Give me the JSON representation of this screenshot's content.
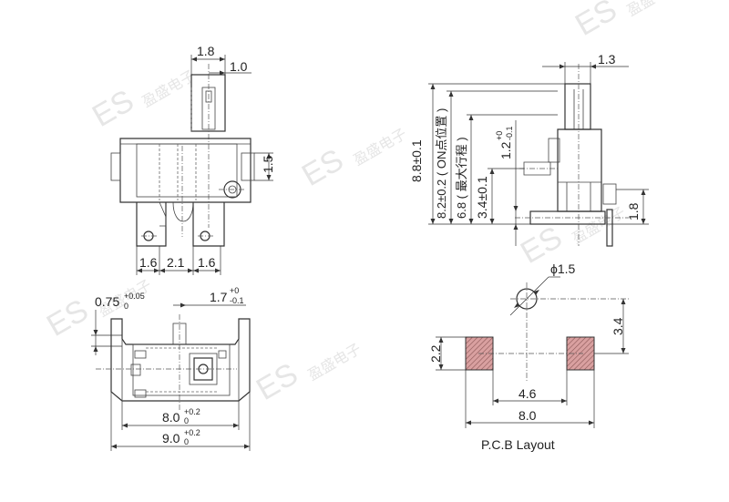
{
  "watermark": {
    "brand": "ES",
    "chinese": "盈盛电子"
  },
  "front_view": {
    "dims": [
      "1.8",
      "1.0",
      "1.5",
      "1.6",
      "2.1",
      "1.6"
    ]
  },
  "side_view": {
    "dims_top": "1.3",
    "dim_88": "8.8±0.1",
    "dim_82": "8.2±0.2 ( ON点位置 )",
    "dim_68": "6.8 ( 最大行程 )",
    "dim_34": "3.4±0.1",
    "dim_12": "1.2",
    "dim_12_tol_plus": "+0",
    "dim_12_tol_minus": "-0.1",
    "dim_18": "1.8"
  },
  "bottom_view": {
    "dim_075": "0.75",
    "dim_075_tol_plus": "+0.05",
    "dim_075_tol_minus": "0",
    "dim_17": "1.7",
    "dim_17_tol_plus": "+0",
    "dim_17_tol_minus": "-0.1",
    "dim_80": "8.0",
    "dim_80_tol_plus": "+0.2",
    "dim_80_tol_minus": "0",
    "dim_90": "9.0",
    "dim_90_tol_plus": "+0.2",
    "dim_90_tol_minus": "0"
  },
  "pcb_layout": {
    "title": "P.C.B Layout",
    "dim_hole": "ϕ1.5",
    "dim_22": "2.2",
    "dim_34": "3.4",
    "dim_46": "4.6",
    "dim_80": "8.0"
  }
}
